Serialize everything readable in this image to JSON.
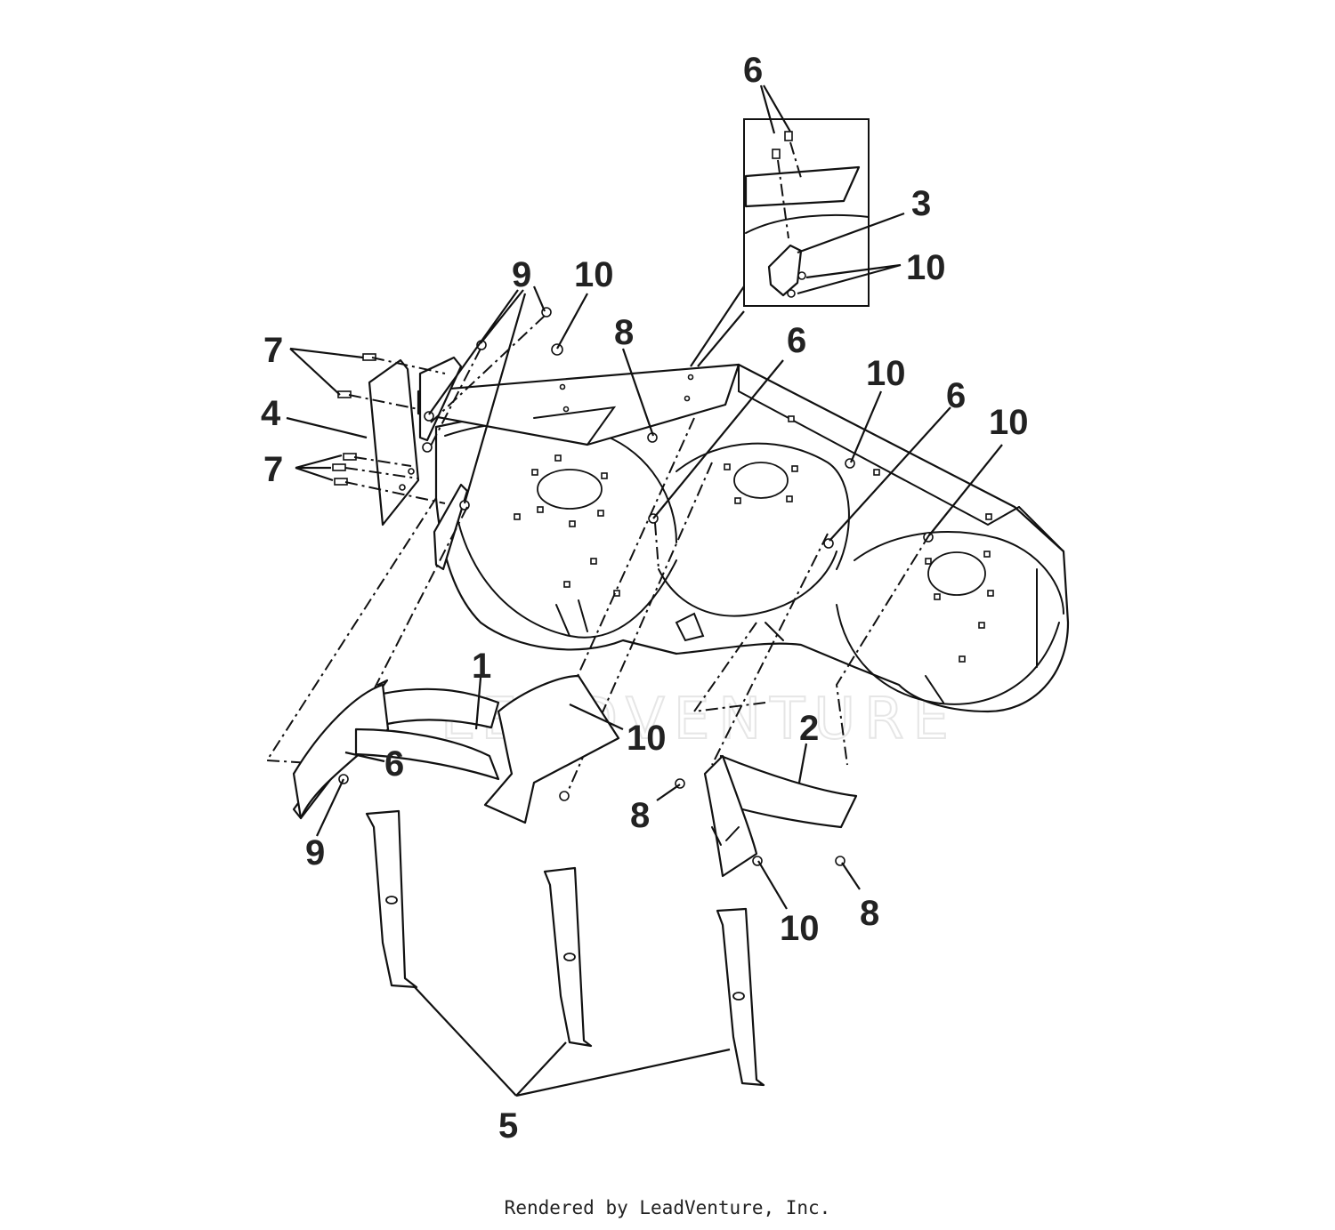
{
  "diagram": {
    "callouts": {
      "c6_top": "6",
      "c3": "3",
      "c10_inset": "10",
      "c9_top": "9",
      "c10_top": "10",
      "c7_upper": "7",
      "c4": "4",
      "c7_lower": "7",
      "c8_mid": "8",
      "c6_mid": "6",
      "c10_right1": "10",
      "c6_right": "6",
      "c10_right2": "10",
      "c1": "1",
      "c10_baffle1": "10",
      "c6_baffle1": "6",
      "c9_bottom": "9",
      "c2": "2",
      "c8_left": "8",
      "c10_baffle2": "10",
      "c8_right": "8",
      "c5": "5"
    },
    "watermark": "LEADVENTURE"
  },
  "footer": {
    "credit": "Rendered by LeadVenture, Inc."
  }
}
